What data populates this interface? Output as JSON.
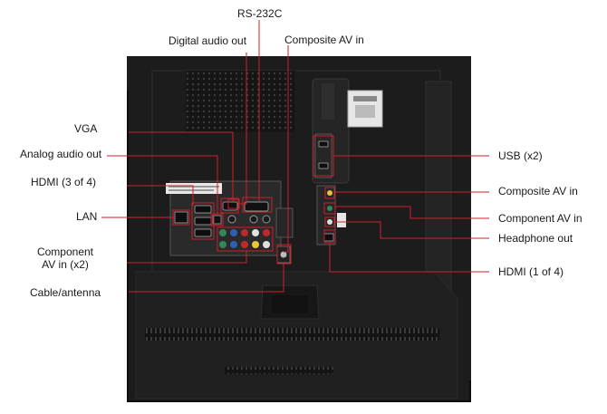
{
  "labels": {
    "rs232c": "RS-232C",
    "digital_audio_out": "Digital audio out",
    "composite_av_in_top": "Composite AV in",
    "vga": "VGA",
    "analog_audio_out": "Analog audio out",
    "hdmi_3_of_4": "HDMI (3 of 4)",
    "lan": "LAN",
    "component_av_in_x2_line1": "Component",
    "component_av_in_x2_line2": "AV in (x2)",
    "cable_antenna": "Cable/antenna",
    "usb_x2": "USB (x2)",
    "composite_av_in_right": "Composite AV in",
    "component_av_in_right": "Component AV in",
    "headphone_out": "Headphone out",
    "hdmi_1_of_4": "HDMI (1 of 4)"
  },
  "colors": {
    "callout_line": "#d01f2a",
    "tv_body": "#1c1c1c",
    "background": "#ffffff"
  }
}
